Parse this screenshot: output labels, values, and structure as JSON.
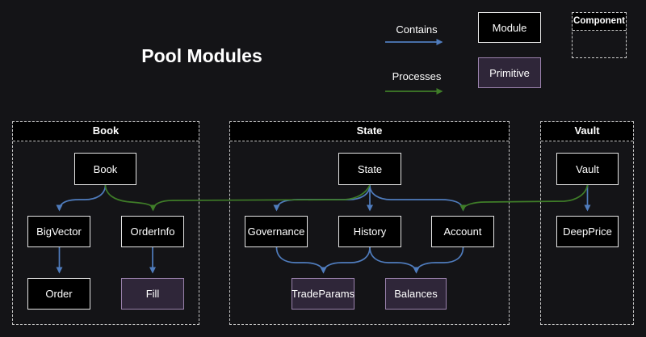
{
  "title": "Pool Modules",
  "legend": {
    "contains_label": "Contains",
    "processes_label": "Processes",
    "module_label": "Module",
    "primitive_label": "Primitive",
    "component_label": "Component"
  },
  "colors": {
    "contains_arrow": "#4f7cbd",
    "processes_arrow": "#3f7d28",
    "module_bg": "#000000",
    "module_border": "#e8e8e8",
    "primitive_bg": "#2f2639",
    "primitive_border": "#9b82ad",
    "background": "#141417"
  },
  "clusters": {
    "book": {
      "label": "Book"
    },
    "state": {
      "label": "State"
    },
    "vault": {
      "label": "Vault"
    }
  },
  "nodes": {
    "book": {
      "label": "Book",
      "type": "module"
    },
    "bigvector": {
      "label": "BigVector",
      "type": "module"
    },
    "orderinfo": {
      "label": "OrderInfo",
      "type": "module"
    },
    "order": {
      "label": "Order",
      "type": "module"
    },
    "fill": {
      "label": "Fill",
      "type": "primitive"
    },
    "state": {
      "label": "State",
      "type": "module"
    },
    "governance": {
      "label": "Governance",
      "type": "module"
    },
    "history": {
      "label": "History",
      "type": "module"
    },
    "account": {
      "label": "Account",
      "type": "module"
    },
    "tradeparams": {
      "label": "TradeParams",
      "type": "primitive"
    },
    "balances": {
      "label": "Balances",
      "type": "primitive"
    },
    "vault": {
      "label": "Vault",
      "type": "module"
    },
    "deepprice": {
      "label": "DeepPrice",
      "type": "module"
    }
  },
  "edges": [
    {
      "from": "Book",
      "to": "BigVector",
      "type": "contains"
    },
    {
      "from": "BigVector",
      "to": "Order",
      "type": "contains"
    },
    {
      "from": "OrderInfo",
      "to": "Fill",
      "type": "contains"
    },
    {
      "from": "Book",
      "to": "OrderInfo",
      "type": "processes"
    },
    {
      "from": "State",
      "to": "OrderInfo",
      "type": "processes"
    },
    {
      "from": "State",
      "to": "Governance",
      "type": "contains"
    },
    {
      "from": "State",
      "to": "History",
      "type": "contains"
    },
    {
      "from": "State",
      "to": "Account",
      "type": "contains"
    },
    {
      "from": "Governance",
      "to": "TradeParams",
      "type": "contains"
    },
    {
      "from": "History",
      "to": "TradeParams",
      "type": "contains"
    },
    {
      "from": "History",
      "to": "Balances",
      "type": "contains"
    },
    {
      "from": "Account",
      "to": "Balances",
      "type": "contains"
    },
    {
      "from": "Vault",
      "to": "DeepPrice",
      "type": "contains"
    },
    {
      "from": "Vault",
      "to": "Account",
      "type": "processes"
    }
  ]
}
